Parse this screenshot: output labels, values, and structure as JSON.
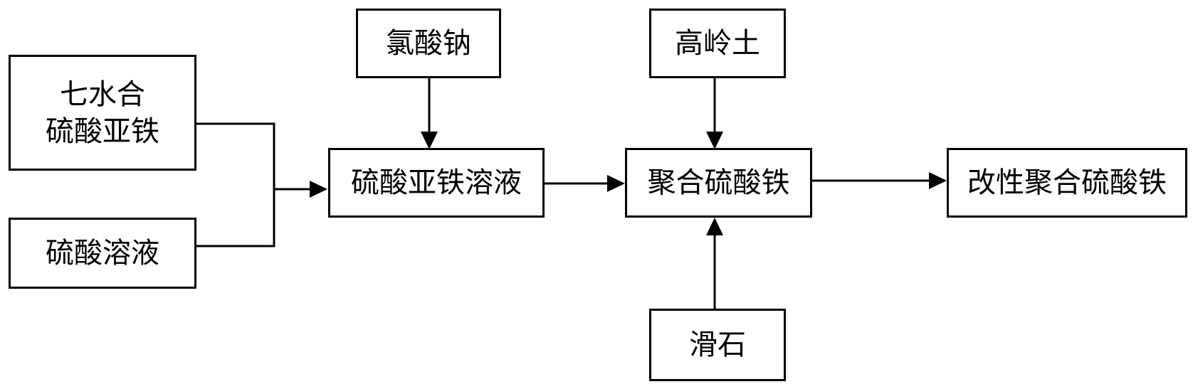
{
  "nodes": {
    "ferrous_heptahydrate": {
      "line1": "七水合",
      "line2": "硫酸亚铁"
    },
    "sulfuric_acid_solution": {
      "label": "硫酸溶液"
    },
    "sodium_chlorate": {
      "label": "氯酸钠"
    },
    "ferrous_sulfate_solution": {
      "label": "硫酸亚铁溶液"
    },
    "kaolin": {
      "label": "高岭土"
    },
    "polyferric_sulfate": {
      "label": "聚合硫酸铁"
    },
    "talc": {
      "label": "滑石"
    },
    "modified_polyferric_sulfate": {
      "label": "改性聚合硫酸铁"
    }
  },
  "edges": [
    {
      "from": "ferrous_heptahydrate",
      "to": "ferrous_sulfate_solution"
    },
    {
      "from": "sulfuric_acid_solution",
      "to": "ferrous_sulfate_solution"
    },
    {
      "from": "sodium_chlorate",
      "to": "ferrous_sulfate_solution"
    },
    {
      "from": "ferrous_sulfate_solution",
      "to": "polyferric_sulfate"
    },
    {
      "from": "kaolin",
      "to": "polyferric_sulfate"
    },
    {
      "from": "talc",
      "to": "polyferric_sulfate"
    },
    {
      "from": "polyferric_sulfate",
      "to": "modified_polyferric_sulfate"
    }
  ]
}
